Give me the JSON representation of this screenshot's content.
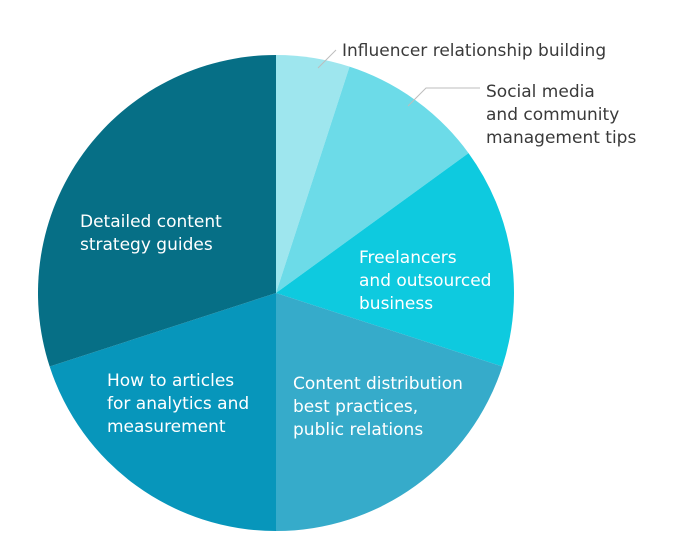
{
  "chart_data": {
    "type": "pie",
    "title": "",
    "slices": [
      {
        "label": "Influencer relationship building",
        "value": 5,
        "color": "#9EE6EE"
      },
      {
        "label": "Social media and community management tips",
        "value": 10,
        "color": "#6CDBE8"
      },
      {
        "label": "Freelancers and outsourced business",
        "value": 15,
        "color": "#0ECADF"
      },
      {
        "label": "Content distribution best practices, public relations",
        "value": 20,
        "color": "#36ABCA"
      },
      {
        "label": "How to articles for analytics and measurement",
        "value": 20,
        "color": "#0796BB"
      },
      {
        "label": "Detailed content strategy guides",
        "value": 30,
        "color": "#066F86"
      }
    ],
    "label_lines": [
      [
        "Influencer relationship building"
      ],
      [
        "Social media",
        "and community",
        "management tips"
      ],
      [
        "Freelancers",
        "and outsourced",
        "business"
      ],
      [
        "Content distribution",
        "best practices,",
        "public relations"
      ],
      [
        "How to articles",
        "for analytics and",
        "measurement"
      ],
      [
        "Detailed content",
        "strategy guides"
      ]
    ],
    "start": "12 o'clock",
    "direction": "clockwise",
    "legend": "none"
  }
}
